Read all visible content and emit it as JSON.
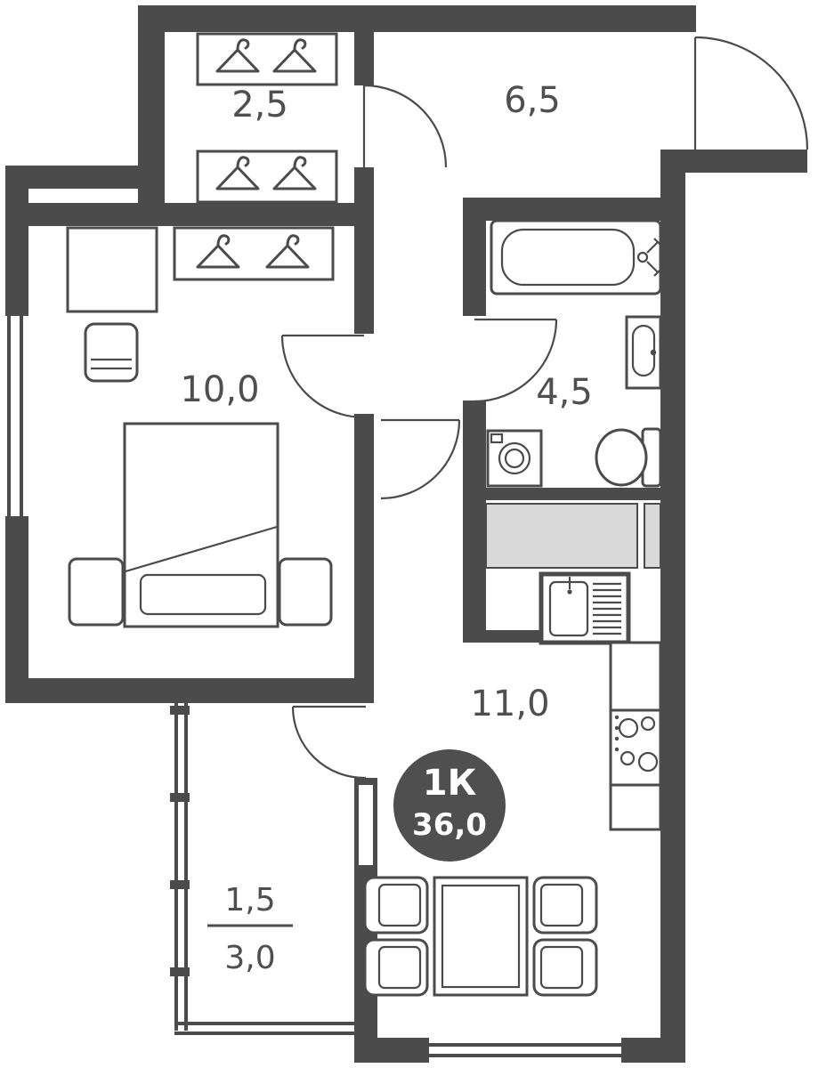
{
  "plan": {
    "badge": {
      "type": "1К",
      "area": "36,0"
    },
    "rooms": {
      "wardrobe": {
        "area": "2,5"
      },
      "hallway": {
        "area": "6,5"
      },
      "bedroom": {
        "area": "10,0"
      },
      "bathroom": {
        "area": "4,5"
      },
      "kitchen_living": {
        "area": "11,0"
      },
      "balcony": {
        "area_reduced": "1,5",
        "area_total": "3,0"
      }
    },
    "colors": {
      "wall": "#4b4b4b",
      "label": "#4f4f4f",
      "counter": "#d9d9d9",
      "badge_bg": "#4f4f4f",
      "badge_text": "#ffffff",
      "bg": "#ffffff"
    }
  }
}
